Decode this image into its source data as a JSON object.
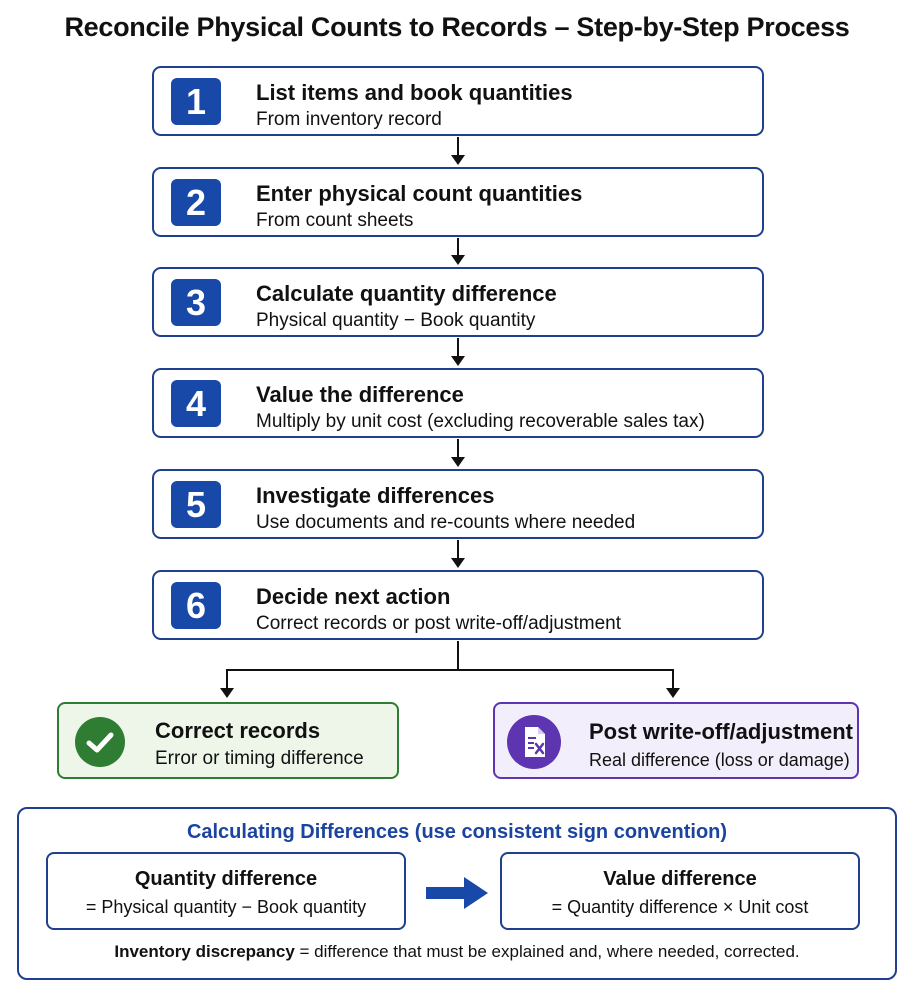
{
  "title": "Reconcile Physical Counts to Records – Step-by-Step Process",
  "steps": [
    {
      "number": "1",
      "title": "List items and book quantities",
      "subtitle": "From inventory record"
    },
    {
      "number": "2",
      "title": "Enter physical count quantities",
      "subtitle": "From count sheets"
    },
    {
      "number": "3",
      "title": "Calculate quantity difference",
      "subtitle": "Physical quantity − Book quantity"
    },
    {
      "number": "4",
      "title": "Value the difference",
      "subtitle": "Multiply by unit cost (excluding recoverable sales tax)"
    },
    {
      "number": "5",
      "title": "Investigate differences",
      "subtitle": "Use documents and re-counts where needed"
    },
    {
      "number": "6",
      "title": "Decide next action",
      "subtitle": "Correct records or post write-off/adjustment"
    }
  ],
  "outcomes": {
    "left": {
      "title": "Correct records",
      "subtitle": "Error or timing difference",
      "icon": "checkmark-icon",
      "color": "#2e7d32"
    },
    "right": {
      "title": "Post write-off/adjustment",
      "subtitle": "Real difference (loss or damage)",
      "icon": "document-x-icon",
      "color": "#5e35b1"
    }
  },
  "panel": {
    "title": "Calculating Differences (use consistent sign convention)",
    "left_box": {
      "title": "Quantity difference",
      "formula": "= Physical quantity − Book quantity"
    },
    "right_box": {
      "title": "Value difference",
      "formula": "= Quantity difference × Unit cost"
    },
    "footer_term": "Inventory discrepancy",
    "footer_text": " = difference that must be explained and, where needed, corrected."
  },
  "colors": {
    "accent": "#1848a8",
    "border": "#1f3f8f",
    "panel_title": "#1a44a0"
  }
}
